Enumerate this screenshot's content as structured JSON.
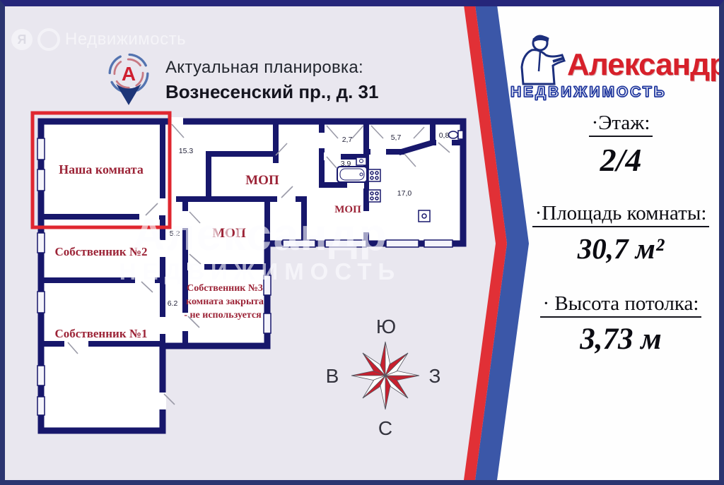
{
  "colors": {
    "background": "#e9e7ef",
    "wall_navy": "#17176b",
    "highlight_red": "#e02730",
    "stripe_red": "#e13036",
    "stripe_blue": "#3b57a8",
    "room_label_red": "#9c2437",
    "logo_red": "#d7202a",
    "logo_blue": "#20379e"
  },
  "top_watermark": {
    "letter": "Я",
    "text": "Недвижимость"
  },
  "header": {
    "title_line1": "Актуальная планировка:",
    "title_line2": "Вознесенский пр., д. 31",
    "pin_letter": "А"
  },
  "plan": {
    "room_labels": {
      "our_room": "Наша комната",
      "owner2": "Собственник №2",
      "owner1": "Собственник №1",
      "mop_upper": "МОП",
      "mop_right": "МОП",
      "mop_lower": "МОП",
      "owner3_line1": "Собственник №3",
      "owner3_line2": "комната закрыта",
      "owner3_line3": "- не используется"
    },
    "area_values": {
      "corridor_top": "15.3",
      "corridor_mid": "5.2",
      "corridor_low": "6.2",
      "hall_small": "2,7",
      "hall_large": "5,7",
      "wc": "0,8",
      "bathroom": "3,9",
      "kitchen": "17,0"
    }
  },
  "compass": {
    "top": "Ю",
    "left": "В",
    "right": "З",
    "bottom": "С"
  },
  "center_watermark": {
    "line1": "Александр",
    "line2": "НЕДВИЖИМОСТЬ"
  },
  "logo": {
    "name": "Александр",
    "subtitle": "НЕДВИЖИМОСТЬ"
  },
  "info_panel": {
    "floor_label": "·Этаж:",
    "floor_value": "2/4",
    "area_label": "·Площадь комнаты:",
    "area_value": "30,7 м²",
    "height_label": "· Высота потолка:",
    "height_value": "3,73 м"
  }
}
